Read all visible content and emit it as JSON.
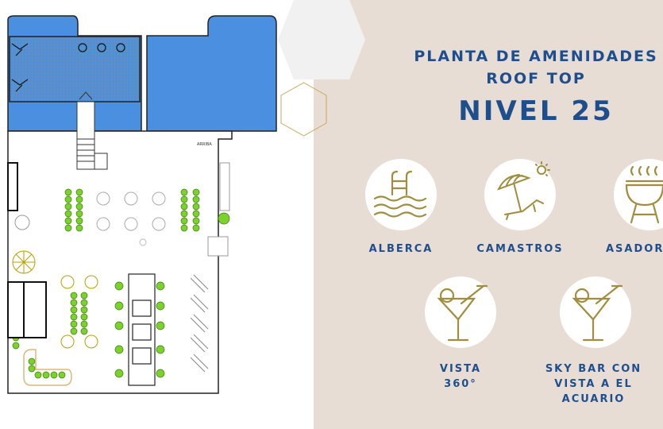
{
  "plan": {
    "arrow_label": "ARRIBA",
    "colors": {
      "pool": "#4b8fe0",
      "grid": "#9aa0a8",
      "plants": "#7bd22a",
      "line": "#333333"
    }
  },
  "panel": {
    "title_line1": "PLANTA DE AMENIDADES",
    "title_line2": "ROOF TOP",
    "title_line3": "NIVEL 25",
    "colors": {
      "background": "#e8ddd4",
      "title": "#1f4e8c",
      "icon": "#9f8e3f"
    }
  },
  "amenities": [
    {
      "icon": "pool-icon",
      "label": "ALBERCA"
    },
    {
      "icon": "beach-umbrella-icon",
      "label": "CAMASTROS"
    },
    {
      "icon": "grill-icon",
      "label": "ASADOR"
    },
    {
      "icon": "cocktail-icon",
      "label": "VISTA\n360°"
    },
    {
      "icon": "cocktail-icon",
      "label": "SKY BAR CON\nVISTA A EL ACUARIO"
    }
  ]
}
